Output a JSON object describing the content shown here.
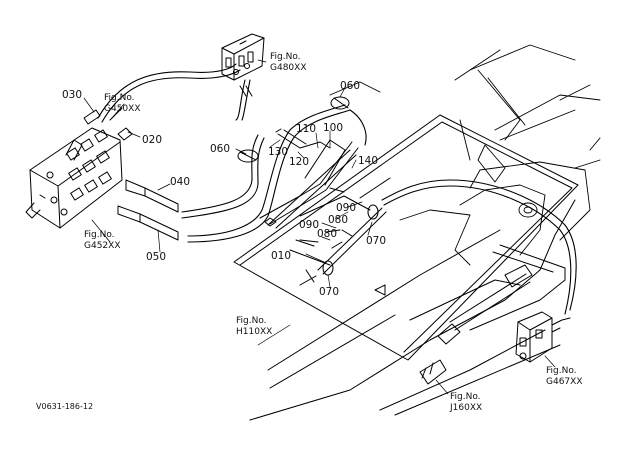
{
  "diagram": {
    "code": "V0631-186-12",
    "parts": [
      "010",
      "020",
      "030",
      "040",
      "050",
      "060",
      "060",
      "070",
      "070",
      "080",
      "080",
      "090",
      "090",
      "100",
      "110",
      "120",
      "130",
      "140"
    ],
    "fig_refs": [
      {
        "label": "Fig.No.",
        "no": "G480XX"
      },
      {
        "label": "Fig.No.",
        "no": "G450XX"
      },
      {
        "label": "Fig.No.",
        "no": "G452XX"
      },
      {
        "label": "Fig.No.",
        "no": "H110XX"
      },
      {
        "label": "Fig.No.",
        "no": "J160XX"
      },
      {
        "label": "Fig.No.",
        "no": "G467XX"
      }
    ]
  }
}
